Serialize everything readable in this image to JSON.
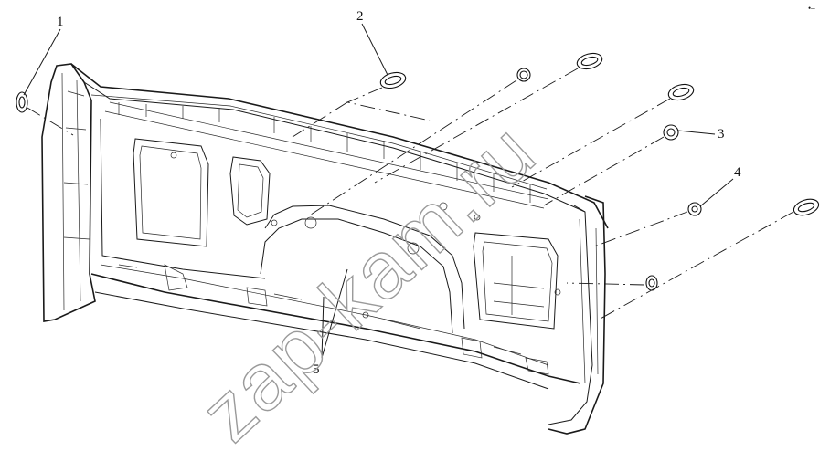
{
  "diagram": {
    "callouts": [
      {
        "id": "1",
        "label": "1"
      },
      {
        "id": "2",
        "label": "2"
      },
      {
        "id": "3",
        "label": "3"
      },
      {
        "id": "4",
        "label": "4"
      },
      {
        "id": "5",
        "label": "5"
      }
    ],
    "watermark": "zap-kam.ru",
    "corner_mark": "•–"
  }
}
